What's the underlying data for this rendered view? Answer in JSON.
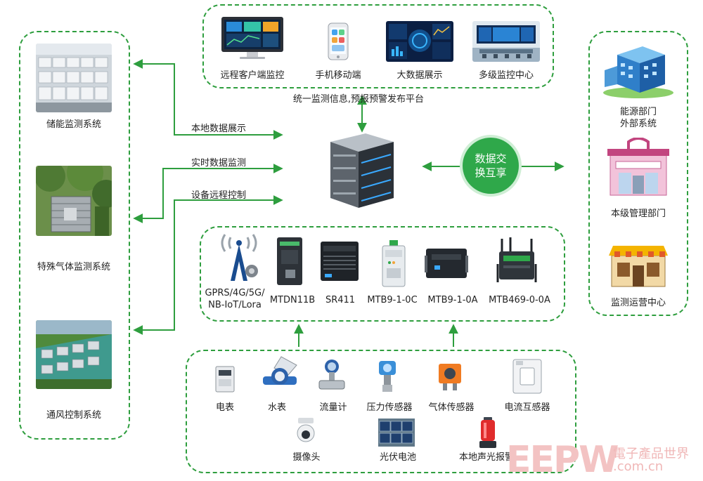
{
  "top_platform": {
    "items": [
      {
        "label": "远程客户端监控",
        "icon": "monitor-dashboard-icon"
      },
      {
        "label": "手机移动端",
        "icon": "smartphone-icon"
      },
      {
        "label": "大数据展示",
        "icon": "big-data-screen-icon"
      },
      {
        "label": "多级监控中心",
        "icon": "control-room-icon"
      }
    ],
    "caption": "统一监测信息,预报预警发布平台"
  },
  "left_systems": [
    {
      "label": "储能监测系统",
      "icon": "energy-storage-photo"
    },
    {
      "label": "特殊气体监测系统",
      "icon": "gas-monitor-photo"
    },
    {
      "label": "通风控制系统",
      "icon": "ventilation-photo"
    }
  ],
  "flows": {
    "local_display": "本地数据展示",
    "realtime": "实时数据监测",
    "remote_control": "设备远程控制"
  },
  "exchange": {
    "line1": "数据交",
    "line2": "换互享"
  },
  "right_departments": [
    {
      "label_line1": "能源部门",
      "label_line2": "外部系统",
      "icon": "office-building-icon"
    },
    {
      "label_line1": "本级管理部门",
      "label_line2": "",
      "icon": "shop-building-icon"
    },
    {
      "label_line1": "监测运营中心",
      "label_line2": "",
      "icon": "store-front-icon"
    }
  ],
  "gateways": {
    "items": [
      {
        "label_line1": "GPRS/4G/5G/",
        "label_line2": "NB-IoT/Lora",
        "icon": "antenna-tower-icon"
      },
      {
        "label_line1": "MTDN11B",
        "label_line2": "",
        "icon": "din-gateway-icon"
      },
      {
        "label_line1": "SR411",
        "label_line2": "",
        "icon": "router-box-icon"
      },
      {
        "label_line1": "MTB9-1-0C",
        "label_line2": "",
        "icon": "din-module-icon"
      },
      {
        "label_line1": "MTB9-1-0A",
        "label_line2": "",
        "icon": "gateway-box-icon"
      },
      {
        "label_line1": "MTB469-0-0A",
        "label_line2": "",
        "icon": "antenna-gateway-icon"
      }
    ]
  },
  "sensors": {
    "row1": [
      {
        "label": "电表",
        "icon": "electric-meter-icon"
      },
      {
        "label": "水表",
        "icon": "water-meter-icon"
      },
      {
        "label": "流量计",
        "icon": "flow-meter-icon"
      },
      {
        "label": "压力传感器",
        "icon": "pressure-sensor-icon"
      },
      {
        "label": "气体传感器",
        "icon": "gas-sensor-icon"
      },
      {
        "label": "电流互感器",
        "icon": "current-transformer-icon"
      }
    ],
    "row2": [
      {
        "label": "摄像头",
        "icon": "camera-icon"
      },
      {
        "label": "光伏电池",
        "icon": "solar-panel-icon"
      },
      {
        "label": "本地声光报警",
        "icon": "alarm-light-icon"
      }
    ]
  },
  "watermark": {
    "logo": "EEPW",
    "line1": "電子產品世界",
    "line2": ".com.cn"
  },
  "colors": {
    "accent": "#2e9e3e",
    "exchange": "#2fa84a"
  }
}
